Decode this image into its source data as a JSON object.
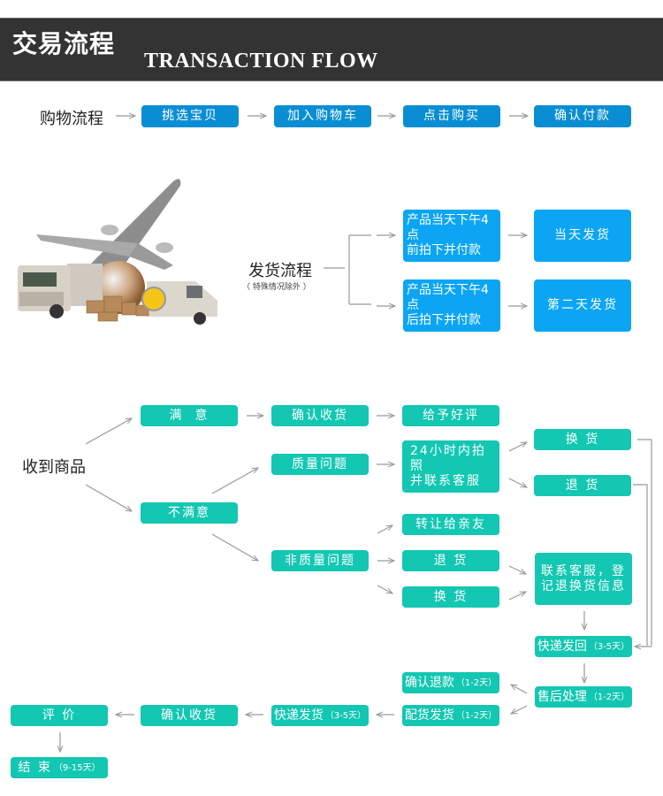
{
  "header": {
    "title_cn": "交易流程",
    "title_en": "TRANSACTION FLOW"
  },
  "shopping": {
    "label": "购物流程",
    "steps": [
      "挑选宝贝",
      "加入购物车",
      "点击购买",
      "确认付款"
    ]
  },
  "shipping": {
    "label": "发货流程",
    "note": "（ 特殊情况除外 ）",
    "branches": [
      {
        "condition_line1": "产品当天下午4点",
        "condition_line2": "前拍下并付款",
        "result": "当天发货"
      },
      {
        "condition_line1": "产品当天下午4点",
        "condition_line2": "后拍下并付款",
        "result": "第二天发货"
      }
    ]
  },
  "receipt": {
    "label": "收到商品",
    "satisfied": "满  意",
    "confirm_receipt": "确认收货",
    "good_review": "给予好评",
    "unsatisfied": "不满意",
    "quality_issue": "质量问题",
    "photo_line1": "24小时内拍照",
    "photo_line2": "并联系客服",
    "exchange_q": "换 货",
    "return_q": "退 货",
    "non_quality_issue": "非质量问题",
    "transfer": "转让给亲友",
    "return_n": "退 货",
    "exchange_n": "换 货",
    "contact_line1": "联系客服，登",
    "contact_line2": "记退换货信息",
    "ship_back": "快递发回",
    "ship_back_days": "（3-5天）",
    "after_sales": "售后处理",
    "after_sales_days": "（1-2天）",
    "confirm_refund": "确认退款",
    "confirm_refund_days": "（1-2天）",
    "pick_ship": "配货发货",
    "pick_ship_days": "（1-2天）",
    "express_ship": "快递发货",
    "express_ship_days": "（3-5天）",
    "confirm_receipt2": "确认收货",
    "review": "评 价",
    "end": "结 束",
    "end_days": "（9-15天）"
  },
  "colors": {
    "header_bg": "#333333",
    "shop_blue": "#0A8ED3",
    "ship_blue": "#0BA5F4",
    "teal": "#13C7B2",
    "line": "#999999"
  }
}
